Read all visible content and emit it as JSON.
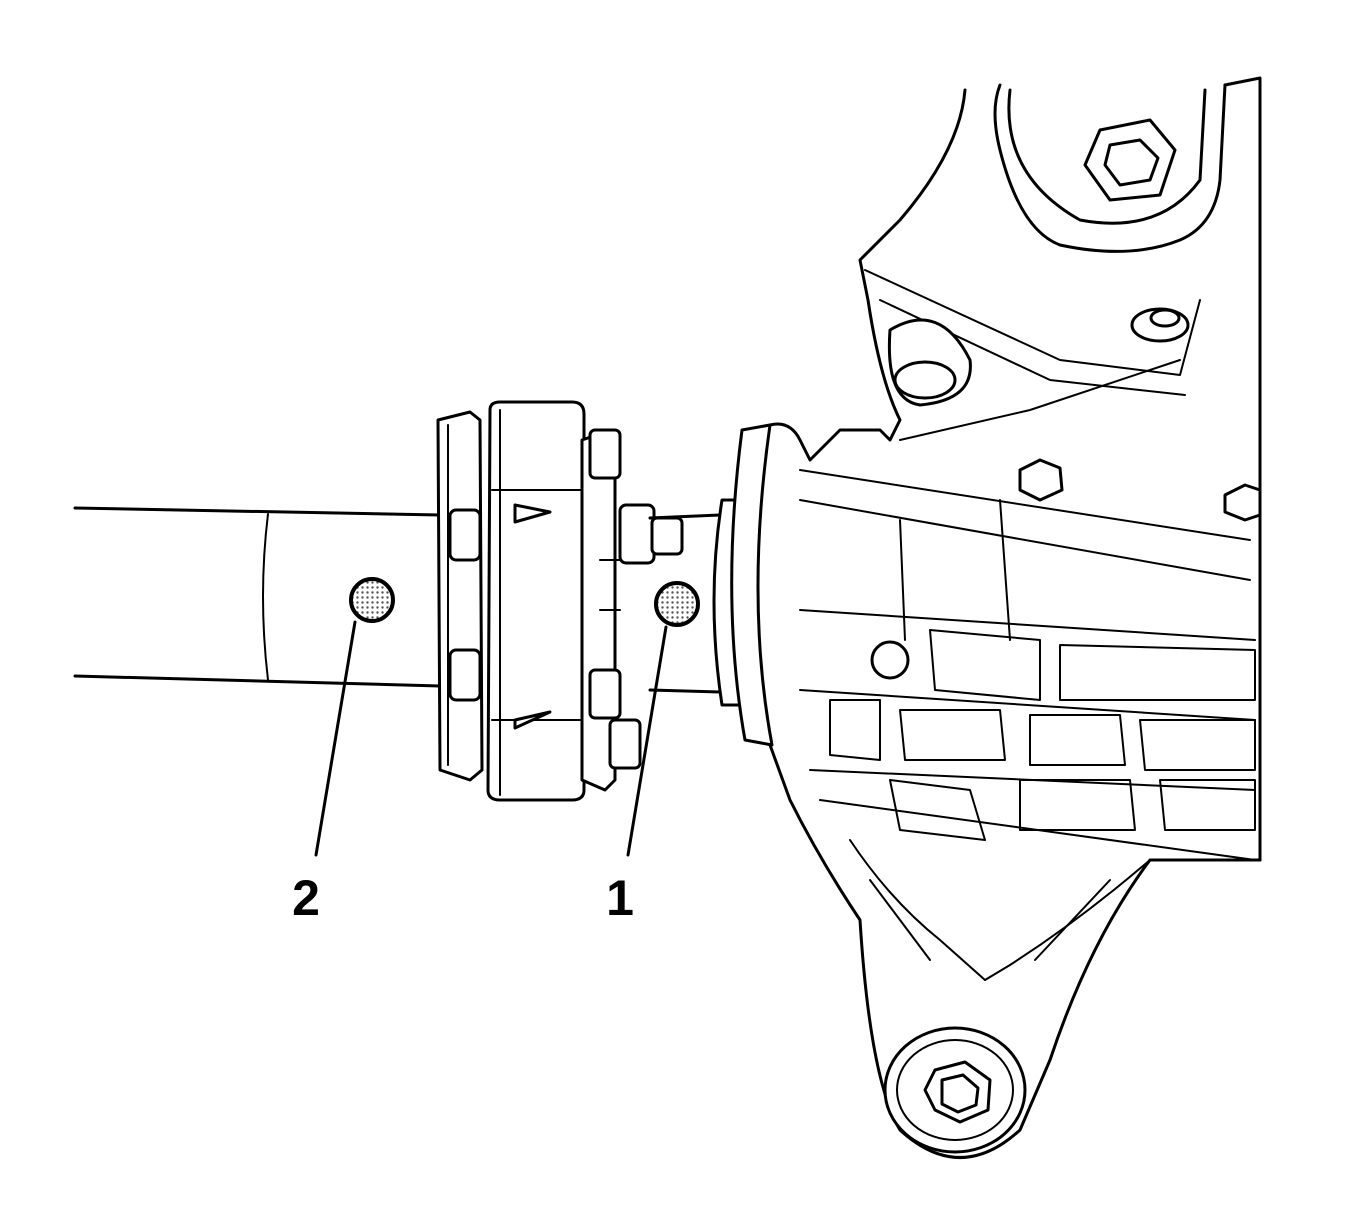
{
  "callouts": [
    {
      "id": "1",
      "label": "1"
    },
    {
      "id": "2",
      "label": "2"
    }
  ],
  "colors": {
    "line": "#000000",
    "background": "#ffffff",
    "marker_fill": "#d9d9d9"
  }
}
